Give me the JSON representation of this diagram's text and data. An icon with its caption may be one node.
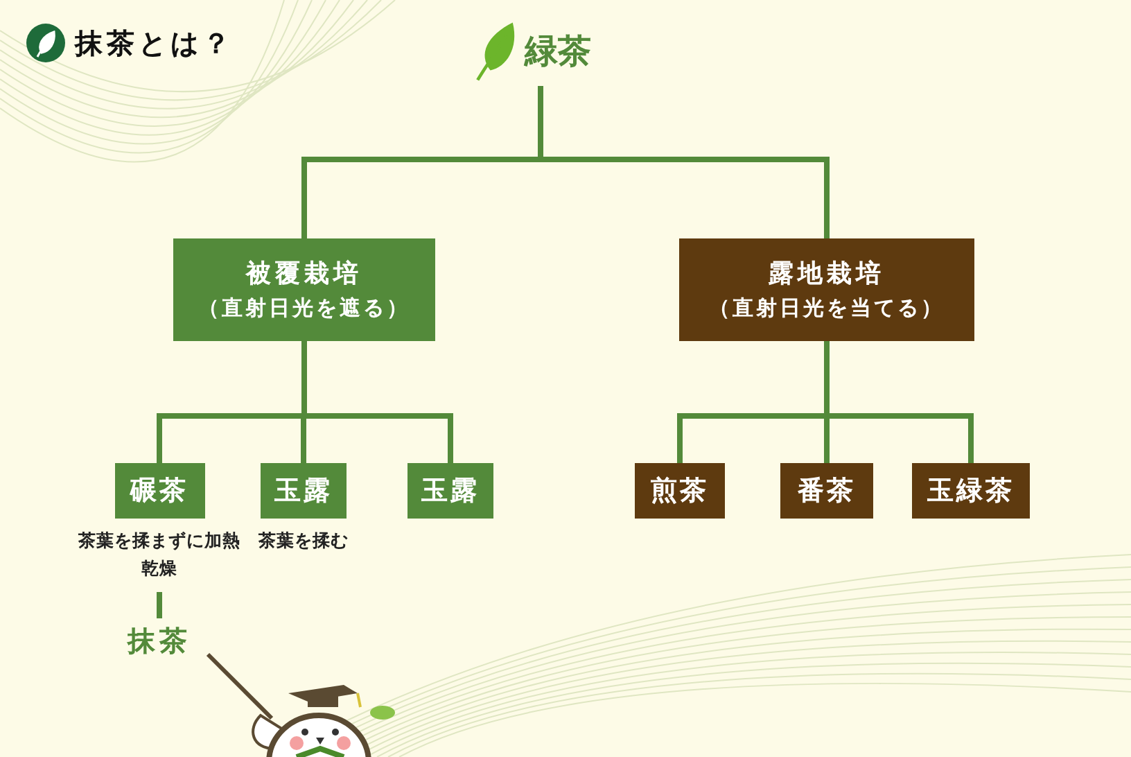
{
  "diagram": {
    "title": "抹茶とは？",
    "nodes": [
      {
        "text": [
          "緑茶"
        ]
      },
      {
        "text": [
          "被覆栽培",
          "（直射日光を遮る）"
        ]
      },
      {
        "text": [
          "露地栽培",
          "（直射日光を当てる）"
        ]
      },
      {
        "text": [
          "碾茶"
        ],
        "beside": [
          "茶葉を揉まずに加熱乾燥"
        ]
      },
      {
        "text": [
          "玉露"
        ],
        "beside": [
          "茶葉を揉む"
        ]
      },
      {
        "text": [
          "玉露"
        ]
      },
      {
        "text": [
          "煎茶"
        ]
      },
      {
        "text": [
          "番茶"
        ]
      },
      {
        "text": [
          "玉緑茶"
        ]
      },
      {
        "text": [
          "抹茶"
        ]
      }
    ],
    "edges": [
      {
        "from": 0,
        "to": 1,
        "arrow": "none"
      },
      {
        "from": 0,
        "to": 2,
        "arrow": "none"
      },
      {
        "from": 1,
        "to": 3,
        "arrow": "none"
      },
      {
        "from": 1,
        "to": 4,
        "arrow": "none"
      },
      {
        "from": 1,
        "to": 5,
        "arrow": "none"
      },
      {
        "from": 2,
        "to": 6,
        "arrow": "none"
      },
      {
        "from": 2,
        "to": 7,
        "arrow": "none"
      },
      {
        "from": 2,
        "to": 8,
        "arrow": "none"
      },
      {
        "from": 3,
        "to": 9,
        "arrow": "none"
      }
    ]
  }
}
